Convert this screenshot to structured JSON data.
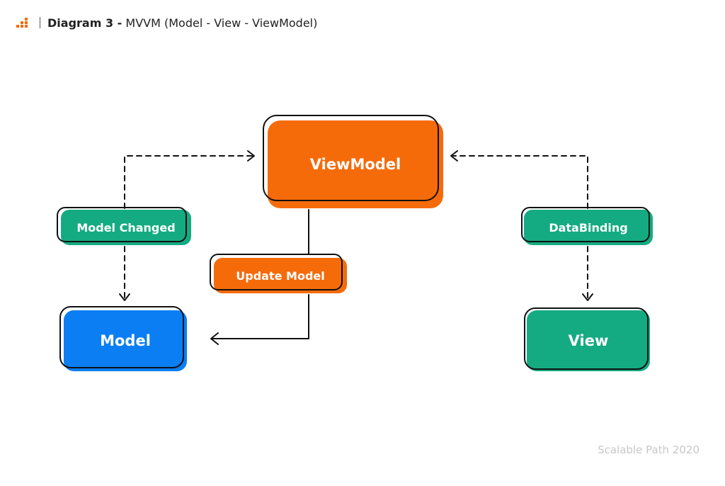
{
  "header": {
    "title_bold": "Diagram 3 -",
    "title_rest": "MVVM (Model - View - ViewModel)",
    "logo_icon": "scalable-path-logo-icon",
    "accent_color": "#f56b0a"
  },
  "nodes": {
    "viewmodel": "ViewModel",
    "model": "Model",
    "view": "View",
    "model_changed": "Model Changed",
    "update_model": "Update Model",
    "databinding": "DataBinding"
  },
  "colors": {
    "orange": "#f56b0a",
    "blue": "#0b7ef3",
    "green": "#15ab82",
    "outline": "#111111"
  },
  "footer": {
    "credit": "Scalable Path 2020"
  }
}
